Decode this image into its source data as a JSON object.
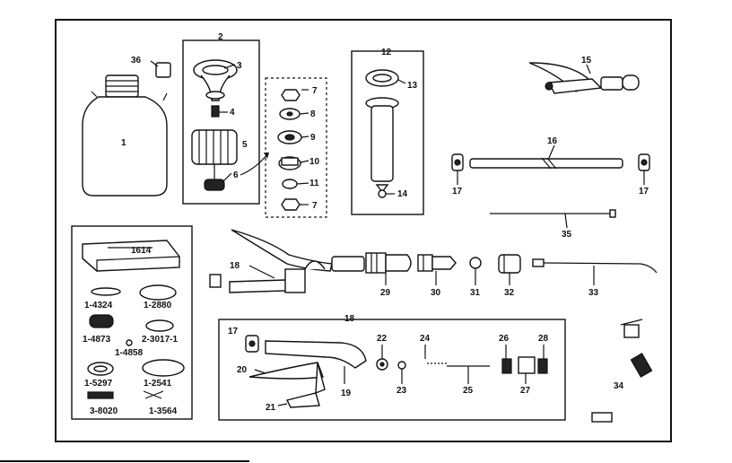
{
  "labels": {
    "l1": "1",
    "l2": "2",
    "l3": "3",
    "l4": "4",
    "l5": "5",
    "l6": "6",
    "l7a": "7",
    "l7b": "7",
    "l8": "8",
    "l9": "9",
    "l10": "10",
    "l11": "11",
    "l12": "12",
    "l13": "13",
    "l14": "14",
    "l15": "15",
    "l16": "16",
    "l17a": "17",
    "l17b": "17",
    "l17c": "17",
    "l18a": "18",
    "l18b": "18",
    "l19": "19",
    "l20": "20",
    "l21": "21",
    "l22": "22",
    "l23": "23",
    "l24": "24",
    "l25": "25",
    "l26": "26",
    "l27": "27",
    "l28": "28",
    "l29": "29",
    "l30": "30",
    "l31": "31",
    "l32": "32",
    "l33": "33",
    "l34": "34",
    "l35": "35",
    "l36": "36"
  },
  "kit_labels": {
    "k1614": "1614",
    "k4324": "1-4324",
    "k2880": "1-2880",
    "k4873": "1-4873",
    "k30171": "2-3017-1",
    "k4858": "1-4858",
    "k5297": "1-5297",
    "k2541": "1-2541",
    "k8020": "3-8020",
    "k3564": "1-3564"
  }
}
